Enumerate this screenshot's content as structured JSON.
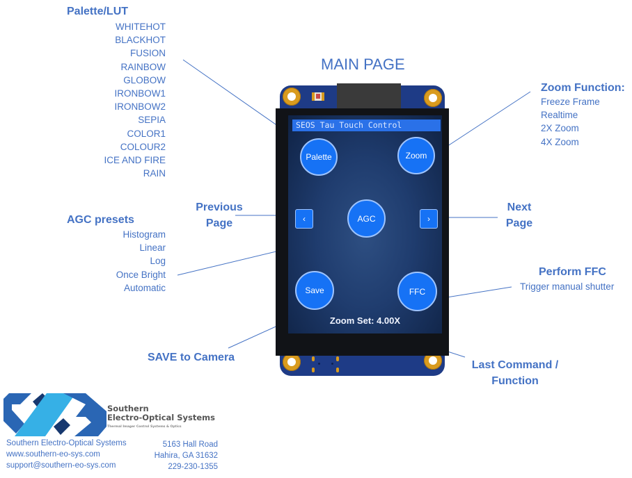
{
  "page_title": "MAIN PAGE",
  "palette": {
    "heading": "Palette/LUT",
    "items": [
      "WHITEHOT",
      "BLACKHOT",
      "FUSION",
      "RAINBOW",
      "GLOBOW",
      "IRONBOW1",
      "IRONBOW2",
      "SEPIA",
      "COLOR1",
      "COLOUR2",
      "ICE AND FIRE",
      "RAIN"
    ]
  },
  "agc": {
    "heading": "AGC presets",
    "items": [
      "Histogram",
      "Linear",
      "Log",
      "Once Bright",
      "Automatic"
    ]
  },
  "previous_page": {
    "line1": "Previous",
    "line2": "Page"
  },
  "next_page": {
    "line1": "Next",
    "line2": "Page"
  },
  "zoom_function": {
    "heading": "Zoom Function:",
    "items": [
      "Freeze Frame",
      "Realtime",
      "2X Zoom",
      "4X Zoom"
    ]
  },
  "ffc": {
    "heading": "Perform FFC",
    "description": "Trigger manual shutter"
  },
  "save": {
    "heading": "SAVE to Camera"
  },
  "last_command": {
    "line1": "Last Command /",
    "line2": "Function"
  },
  "device": {
    "title_bar": "SEOS Tau Touch Control",
    "buttons": {
      "palette": "Palette",
      "zoom": "Zoom",
      "agc": "AGC",
      "save": "Save",
      "ffc": "FFC",
      "prev": "‹",
      "next": "›"
    },
    "status": "Zoom Set: 4.00X"
  },
  "company": {
    "logo_line1": "Southern",
    "logo_line2": "Electro-Optical Systems",
    "logo_tagline": "Thermal Imager Control Systems & Optics",
    "name": "Southern Electro-Optical Systems",
    "website": "www.southern-eo-sys.com",
    "email": "support@southern-eo-sys.com",
    "address1": "5163 Hall Road",
    "address2": "Hahira, GA  31632",
    "phone": "229-230-1355"
  },
  "colors": {
    "label_blue": "#4472c4",
    "button_blue": "#1672f5",
    "pcb_blue": "#1e3b86",
    "pad_gold": "#d99b1e"
  }
}
